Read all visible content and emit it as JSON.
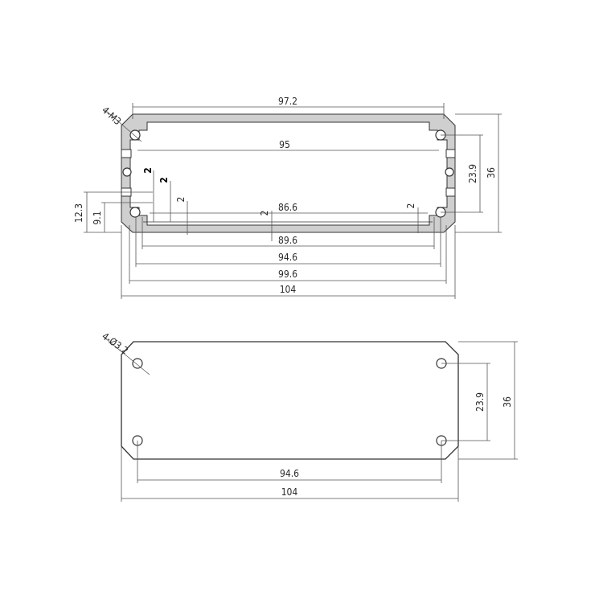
{
  "profile": {
    "hole_callout": "4-M3",
    "dims": {
      "top_width": "97.2",
      "inner_95": "95",
      "inner_86_6": "86.6",
      "dim_89_6": "89.6",
      "dim_94_6": "94.6",
      "dim_99_6": "99.6",
      "dim_104": "104",
      "height_36": "36",
      "height_23_9": "23.9",
      "left_12_3": "12.3",
      "left_9_1": "9.1",
      "wall_2_a": "2",
      "wall_2_b": "2",
      "wall_2_c": "2",
      "wall_2_d": "2",
      "wall_2_e": "2"
    }
  },
  "endplate": {
    "hole_callout": "4-Ø3.2",
    "dims": {
      "height_36": "36",
      "height_23_9": "23.9",
      "dim_94_6": "94.6",
      "dim_104": "104"
    }
  }
}
